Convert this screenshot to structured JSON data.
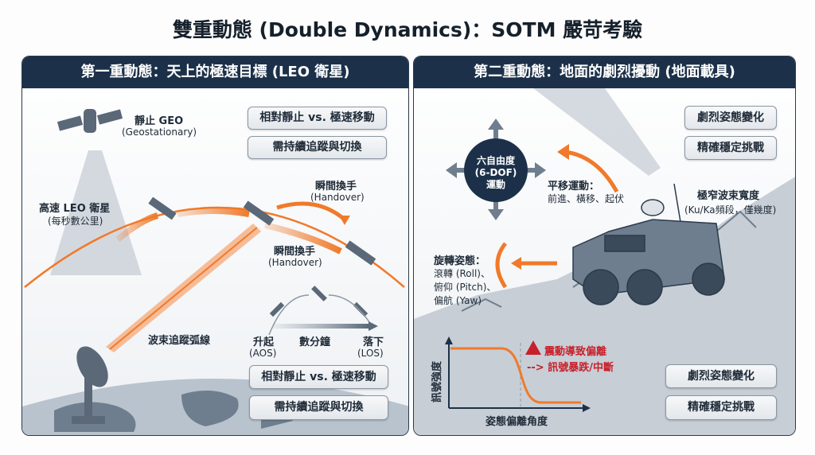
{
  "title": "雙重動態 (Double Dynamics)：SOTM 嚴苛考驗",
  "left": {
    "header": "第一重動態：天上的極速目標 (LEO 衛星)",
    "geo_label": "靜止 GEO",
    "geo_sub": "(Geostationary)",
    "box1": "相對靜止 vs. 極速移動",
    "box2": "需持續追蹤與切換",
    "leo_label": "高速 LEO 衛星",
    "leo_sub": "(每秒數公里)",
    "handover1": "瞬間換手",
    "handover1_sub": "(Handover)",
    "handover2": "瞬間換手",
    "handover2_sub": "(Handover)",
    "beam_label": "波束追蹤弧線",
    "aos": "升起",
    "aos_sub": "(AOS)",
    "minutes": "數分鐘",
    "los": "落下",
    "los_sub": "(LOS)",
    "box3": "相對靜止 vs. 極速移動",
    "box4": "需持續追蹤與切換"
  },
  "right": {
    "header": "第二重動態：地面的劇烈擾動 (地面載具)",
    "dof_line1": "六自由度",
    "dof_line2": "(6-DOF)",
    "dof_line3": "運動",
    "translation": "平移運動：",
    "translation_sub": "前進、橫移、起伏",
    "box1": "劇烈姿態變化",
    "box2": "精確穩定挑戰",
    "beamwidth": "極窄波束寬度",
    "beamwidth_sub": "(Ku/Ka頻段，僅幾度)",
    "rotation": "旋轉姿態：",
    "roll": "滾轉 (Roll)、",
    "pitch": "俯仰 (Pitch)、",
    "yaw": "偏航 (Yaw)",
    "chart_ylabel": "訊號強度",
    "chart_xlabel": "姿態偏離角度",
    "warning1": "震動導致偏離",
    "warning2": "--> 訊號暴跌/中斷",
    "box3": "劇烈姿態變化",
    "box4": "精確穩定挑戰"
  },
  "colors": {
    "navy": "#1c3149",
    "orange": "#f07a2a",
    "red": "#c8202a"
  }
}
